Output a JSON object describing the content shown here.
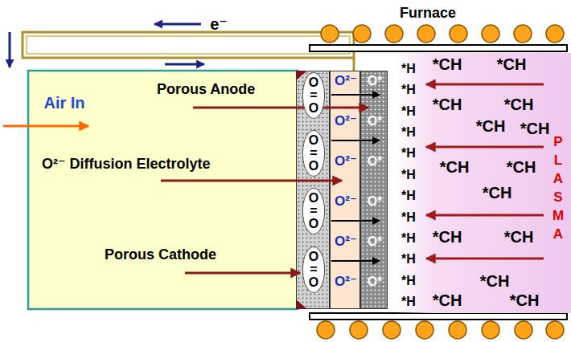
{
  "diagram": {
    "nodes": [
      {
        "text": [
          "O=O",
          "O=O",
          "O=O",
          "O=O"
        ]
      },
      {
        "text": [
          "O²⁻",
          "O²⁻",
          "O²⁻",
          "O²⁻",
          "O²⁻",
          "O²⁻"
        ]
      },
      {
        "text": [
          "O*",
          "O*",
          "O*",
          "O*",
          "O*",
          "O*"
        ]
      },
      {
        "text": [
          "PLASMA"
        ]
      }
    ],
    "labels": [
      "Furnace",
      "e⁻",
      "Air In",
      "Porous Anode",
      "O²⁻ Diffusion Electrolyte",
      "Porous Cathode",
      "*H",
      "*H",
      "*H",
      "*H",
      "*H",
      "*H",
      "*H",
      "*H",
      "*H",
      "*H",
      "*H",
      "*H",
      "*CH",
      "*CH",
      "*CH",
      "*CH",
      "*CH",
      "*CH",
      "*CH",
      "*CH",
      "*CH",
      "*CH",
      "*CH",
      "*CH",
      "*CH",
      "*CH"
    ]
  }
}
